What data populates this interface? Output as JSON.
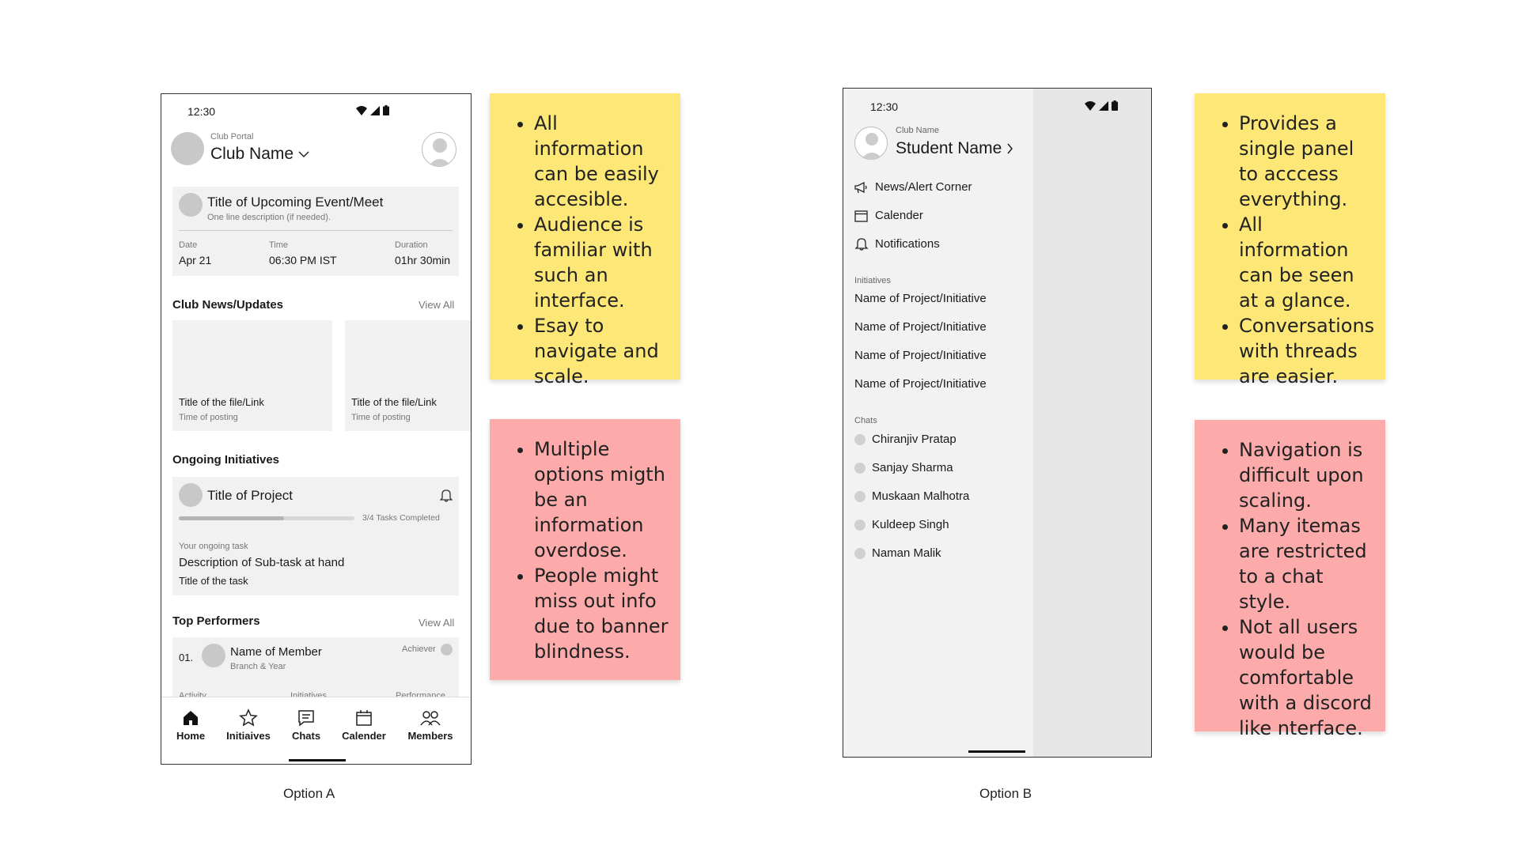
{
  "optionA": {
    "caption": "Option A",
    "status_time": "12:30",
    "portal_label": "Club Portal",
    "club_name": "Club Name",
    "event": {
      "title": "Title of Upcoming Event/Meet",
      "desc": "One line description (if needed).",
      "date_label": "Date",
      "date_value": "Apr 21",
      "time_label": "Time",
      "time_value": "06:30 PM IST",
      "duration_label": "Duration",
      "duration_value": "01hr 30min"
    },
    "news": {
      "title": "Club News/Updates",
      "view_all": "View All",
      "cards": [
        {
          "title": "Title of the file/Link",
          "time": "Time of posting"
        },
        {
          "title": "Title of the file/Link",
          "time": "Time of posting"
        }
      ]
    },
    "initiatives": {
      "title": "Ongoing Initiatives",
      "project_title": "Title of Project",
      "progress_text": "3/4 Tasks Completed",
      "progress": 0.6,
      "ongoing_label": "Your ongoing task",
      "subtask": "Description of Sub-task at hand",
      "task_title": "Title of the task"
    },
    "performers": {
      "title": "Top Performers",
      "view_all": "View All",
      "rank": "01.",
      "member_name": "Name of Member",
      "branch": "Branch & Year",
      "badge": "Achiever",
      "col1": "Activity",
      "col2": "Initiatives",
      "col3": "Performance"
    },
    "nav": [
      {
        "label": "Home",
        "icon": "home-icon"
      },
      {
        "label": "Initiaives",
        "icon": "star-icon"
      },
      {
        "label": "Chats",
        "icon": "chat-icon"
      },
      {
        "label": "Calender",
        "icon": "calendar-icon"
      },
      {
        "label": "Members",
        "icon": "members-icon"
      }
    ]
  },
  "notesA": {
    "pros": [
      "All information can be easily accesible.",
      "Audience is familiar with such an interface.",
      "Esay to navigate and scale."
    ],
    "cons": [
      "Multiple options migth be an information overdose.",
      "People might miss out info due to banner blindness."
    ]
  },
  "optionB": {
    "caption": "Option B",
    "status_time": "12:30",
    "club_label": "Club Name",
    "student_name": "Student Name",
    "menu": [
      {
        "label": "News/Alert Corner",
        "icon": "megaphone-icon"
      },
      {
        "label": "Calender",
        "icon": "calendar-icon"
      },
      {
        "label": "Notifications",
        "icon": "bell-icon"
      }
    ],
    "initiatives_label": "Initiatives",
    "initiatives": [
      "Name of Project/Initiative",
      "Name of Project/Initiative",
      "Name of Project/Initiative",
      "Name of Project/Initiative"
    ],
    "chats_label": "Chats",
    "chats": [
      "Chiranjiv Pratap",
      "Sanjay Sharma",
      "Muskaan Malhotra",
      "Kuldeep Singh",
      "Naman Malik"
    ]
  },
  "notesB": {
    "pros": [
      "Provides a single panel to acccess everything.",
      "All information can be seen at a glance.",
      "Conversations with threads are easier."
    ],
    "cons": [
      "Navigation is difficult upon scaling.",
      "Many itemas are restricted to a chat style.",
      "Not all users would be comfortable with a discord like nterface."
    ]
  }
}
